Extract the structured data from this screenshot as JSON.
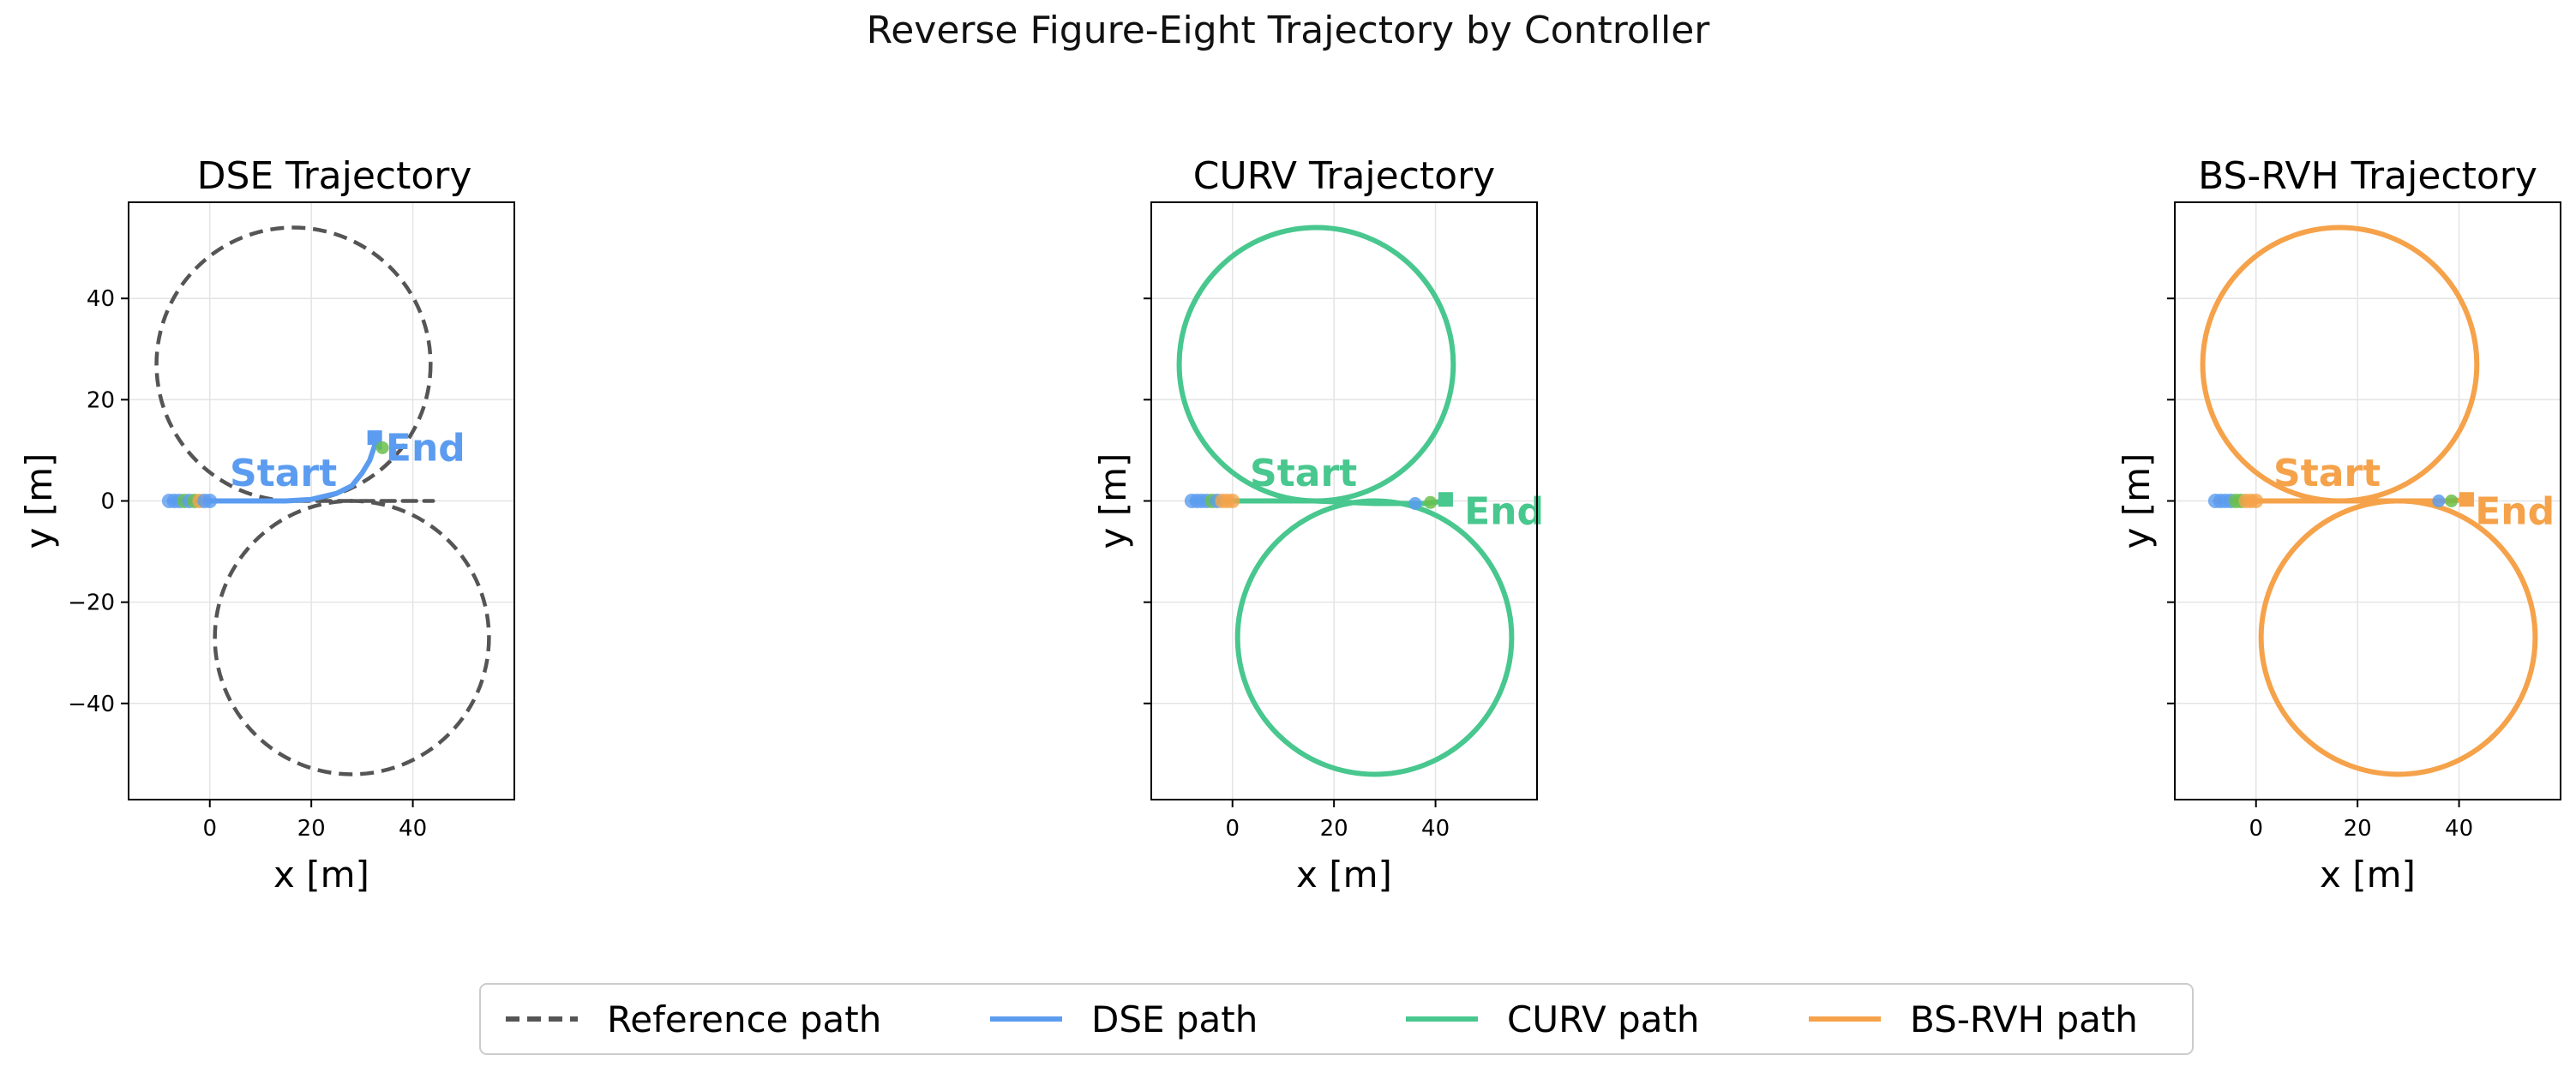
{
  "figure": {
    "title": "Reverse Figure-Eight Trajectory by Controller"
  },
  "colors": {
    "reference": "#555555",
    "dse": "#5b9cf0",
    "curv": "#48c78e",
    "bsrvh": "#f5a24a",
    "marker_green": "#6abf4b",
    "marker_orange": "#f5a24a"
  },
  "legend": {
    "placement": "bottom-center",
    "items": [
      {
        "label": "Reference path",
        "style": "dashed",
        "color": "#555555"
      },
      {
        "label": "DSE path",
        "style": "solid",
        "color": "#5b9cf0"
      },
      {
        "label": "CURV path",
        "style": "solid",
        "color": "#48c78e"
      },
      {
        "label": "BS-RVH path",
        "style": "solid",
        "color": "#f5a24a"
      }
    ]
  },
  "chart_data": [
    {
      "type": "line",
      "title": "DSE Trajectory",
      "xlabel": "x [m]",
      "ylabel": "y [m]",
      "xlim": [
        -16,
        60
      ],
      "ylim": [
        -59,
        59
      ],
      "xticks": [
        0,
        20,
        40
      ],
      "yticks": [
        -40,
        -20,
        0,
        20,
        40
      ],
      "grid": true,
      "show_ytick_labels": true,
      "series": [
        {
          "name": "Reference path",
          "kind": "reference",
          "style": "dashed",
          "color": "#555555",
          "path": [
            [
              0,
              0
            ],
            [
              10,
              0
            ],
            [
              16,
              0
            ],
            [
              28,
              0
            ],
            [
              44,
              0
            ]
          ],
          "circles": [
            {
              "cx": 16.5,
              "cy": 27,
              "r": 27
            },
            {
              "cx": 28,
              "cy": -27,
              "r": 27
            }
          ]
        },
        {
          "name": "DSE path",
          "kind": "actual",
          "style": "solid",
          "color": "#5b9cf0",
          "x": [
            -8,
            -4,
            0,
            5,
            10,
            15,
            20,
            25,
            28,
            30,
            31.5,
            32.5,
            32.5,
            33.5
          ],
          "y": [
            0,
            0,
            0,
            0,
            0,
            0,
            0.3,
            1.5,
            3,
            5.5,
            8,
            11,
            12.5,
            10.5
          ]
        }
      ],
      "markers": [
        {
          "x": 32.5,
          "y": 12.5,
          "shape": "square",
          "color": "#5b9cf0"
        },
        {
          "x": 34,
          "y": 10.5,
          "shape": "circle",
          "color": "#6abf4b"
        }
      ],
      "start_cluster_x": [
        -8,
        -7,
        -6,
        -5,
        -4,
        -3,
        -2,
        -1,
        0
      ],
      "start_cluster_colors": [
        "#5b9cf0",
        "#5b9cf0",
        "#5b9cf0",
        "#6abf4b",
        "#5b9cf0",
        "#6abf4b",
        "#f5a24a",
        "#5b9cf0",
        "#5b9cf0"
      ],
      "annotations": [
        {
          "text": "Start",
          "x": 14.5,
          "y": 5,
          "color": "#5b9cf0"
        },
        {
          "text": "End",
          "x": 42.5,
          "y": 10,
          "color": "#5b9cf0"
        }
      ]
    },
    {
      "type": "line",
      "title": "CURV Trajectory",
      "xlabel": "x [m]",
      "ylabel": "y [m]",
      "xlim": [
        -16,
        60
      ],
      "ylim": [
        -59,
        59
      ],
      "xticks": [
        0,
        20,
        40
      ],
      "yticks": [
        -40,
        -20,
        0,
        20,
        40
      ],
      "grid": true,
      "show_ytick_labels": false,
      "series": [
        {
          "name": "CURV path",
          "kind": "actual",
          "style": "solid",
          "color": "#48c78e",
          "x": [
            -8,
            0,
            10,
            16,
            28,
            38,
            42
          ],
          "y": [
            0,
            0,
            0,
            0,
            -0.5,
            -0.5,
            0
          ],
          "circles": [
            {
              "cx": 16.5,
              "cy": 27,
              "r": 27
            },
            {
              "cx": 28,
              "cy": -27,
              "r": 27
            }
          ]
        }
      ],
      "markers": [
        {
          "x": 42,
          "y": 0.3,
          "shape": "square",
          "color": "#48c78e"
        },
        {
          "x": 36,
          "y": -0.5,
          "shape": "circle",
          "color": "#5b9cf0"
        },
        {
          "x": 39,
          "y": -0.3,
          "shape": "circle",
          "color": "#6abf4b"
        }
      ],
      "start_cluster_x": [
        -8,
        -7,
        -6,
        -5,
        -4,
        -3,
        -2,
        -1,
        0
      ],
      "start_cluster_colors": [
        "#5b9cf0",
        "#5b9cf0",
        "#5b9cf0",
        "#5b9cf0",
        "#6abf4b",
        "#5b9cf0",
        "#f5a24a",
        "#f5a24a",
        "#f5a24a"
      ],
      "annotations": [
        {
          "text": "Start",
          "x": 14,
          "y": 5,
          "color": "#48c78e"
        },
        {
          "text": "End",
          "x": 53.5,
          "y": -2.5,
          "color": "#48c78e"
        }
      ]
    },
    {
      "type": "line",
      "title": "BS-RVH Trajectory",
      "xlabel": "x [m]",
      "ylabel": "y [m]",
      "xlim": [
        -16,
        60
      ],
      "ylim": [
        -59,
        59
      ],
      "xticks": [
        0,
        20,
        40
      ],
      "yticks": [
        -40,
        -20,
        0,
        20,
        40
      ],
      "grid": true,
      "show_ytick_labels": false,
      "series": [
        {
          "name": "BS-RVH path",
          "kind": "actual",
          "style": "solid",
          "color": "#f5a24a",
          "x": [
            -8,
            0,
            10,
            16,
            28,
            38,
            42
          ],
          "y": [
            0,
            0,
            0,
            0,
            0,
            0,
            0.3
          ],
          "circles": [
            {
              "cx": 16.5,
              "cy": 27,
              "r": 27
            },
            {
              "cx": 28,
              "cy": -27,
              "r": 27
            }
          ]
        }
      ],
      "markers": [
        {
          "x": 41.5,
          "y": 0.3,
          "shape": "square",
          "color": "#f5a24a"
        },
        {
          "x": 36,
          "y": 0,
          "shape": "circle",
          "color": "#5b9cf0"
        },
        {
          "x": 38.5,
          "y": 0,
          "shape": "circle",
          "color": "#6abf4b"
        }
      ],
      "start_cluster_x": [
        -8,
        -7,
        -6,
        -5,
        -4,
        -3,
        -2,
        -1,
        0
      ],
      "start_cluster_colors": [
        "#5b9cf0",
        "#5b9cf0",
        "#5b9cf0",
        "#5b9cf0",
        "#6abf4b",
        "#6abf4b",
        "#f5a24a",
        "#f5a24a",
        "#f5a24a"
      ],
      "annotations": [
        {
          "text": "Start",
          "x": 14,
          "y": 5,
          "color": "#f5a24a"
        },
        {
          "text": "End",
          "x": 51,
          "y": -2.5,
          "color": "#f5a24a"
        }
      ]
    }
  ]
}
